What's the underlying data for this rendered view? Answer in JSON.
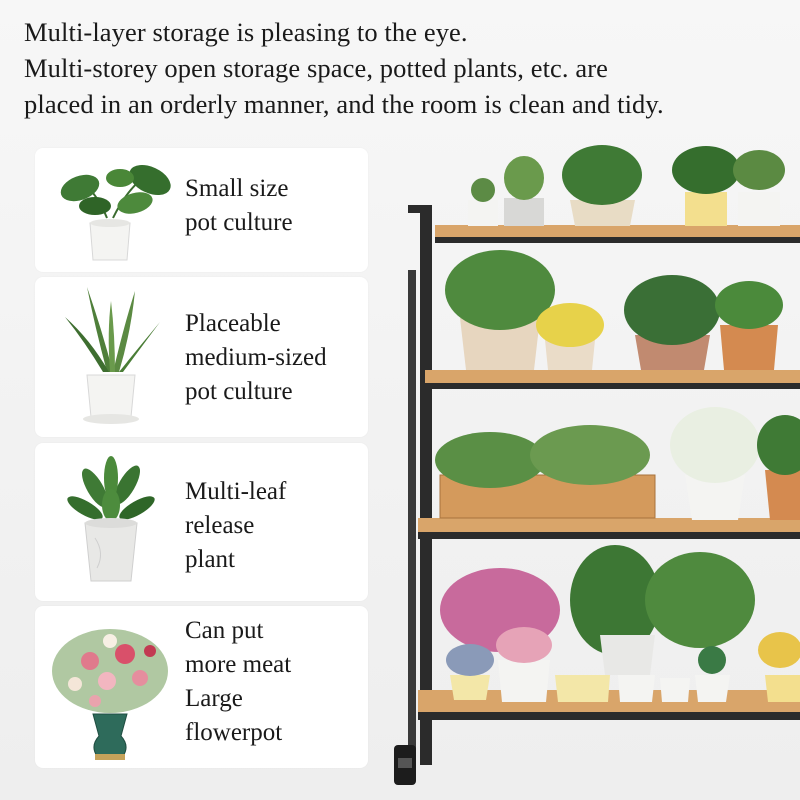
{
  "headline": {
    "line1": "Multi-layer storage is pleasing to the eye.",
    "line2": "Multi-storey open storage space, potted plants, etc. are",
    "line3": "placed in an orderly manner, and the room is clean and tidy."
  },
  "cards": [
    {
      "lines": [
        "Small size",
        "pot culture"
      ]
    },
    {
      "lines": [
        "Placeable",
        "medium-sized",
        "pot culture"
      ]
    },
    {
      "lines": [
        "Multi-leaf",
        "release",
        "plant"
      ]
    },
    {
      "lines": [
        "Can put",
        "more meat",
        "Large",
        "flowerpot"
      ]
    }
  ],
  "colors": {
    "frame": "#2b2b2b",
    "wood": "#d9a56a",
    "leaf": "#3f7a35",
    "pot_white": "#f4f4f2"
  }
}
